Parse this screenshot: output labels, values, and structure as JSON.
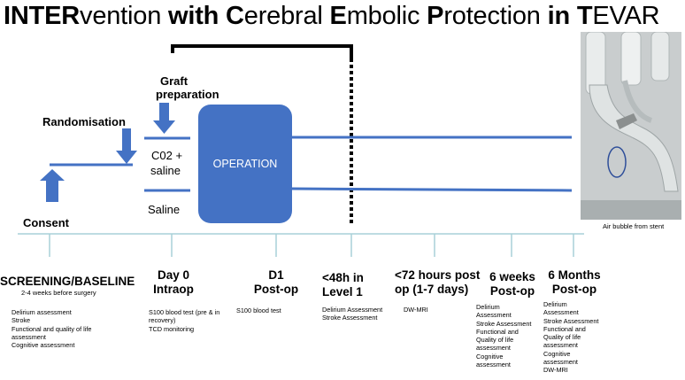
{
  "title": {
    "parts": [
      {
        "text": "INTER",
        "bold": true
      },
      {
        "text": "vention ",
        "bold": false
      },
      {
        "text": "with ",
        "bold": true
      },
      {
        "text": "C",
        "bold": true
      },
      {
        "text": "erebral ",
        "bold": false
      },
      {
        "text": "E",
        "bold": true
      },
      {
        "text": "mbolic ",
        "bold": false
      },
      {
        "text": "P",
        "bold": true
      },
      {
        "text": "rotection ",
        "bold": false
      },
      {
        "text": "in ",
        "bold": true
      },
      {
        "text": "T",
        "bold": true
      },
      {
        "text": "EVAR",
        "bold": false
      }
    ]
  },
  "flow": {
    "consent": "Consent",
    "randomisation": "Randomisation",
    "graft_line1": "Graft",
    "graft_line2": "preparation",
    "co2_line1": "C02 +",
    "co2_line2": "saline",
    "saline": "Saline",
    "operation": "OPERATION"
  },
  "photo": {
    "caption": "Air bubble from stent"
  },
  "colors": {
    "accent": "#4472c4",
    "timeline": "#a8d0d8",
    "bracket": "#000000"
  },
  "timepoints": [
    {
      "head": [
        "SCREENING/BASELINE"
      ],
      "sub": "2-4 weeks before surgery",
      "details": [
        "Delirium assessment",
        "Stroke",
        "Functional and quality of life",
        "assessment",
        "Cognitive assessment"
      ]
    },
    {
      "head": [
        "Day 0",
        "Intraop"
      ],
      "sub": "",
      "details": [
        "S100 blood test (pre & in",
        "recovery)",
        "TCD monitoring"
      ]
    },
    {
      "head": [
        "D1",
        "Post-op"
      ],
      "sub": "",
      "details": [
        "S100 blood test"
      ]
    },
    {
      "head": [
        "<48h in",
        "Level 1"
      ],
      "sub": "",
      "details": [
        "Delirium Assessment",
        "Stroke Assessment"
      ]
    },
    {
      "head": [
        "<72 hours post",
        "op (1-7 days)"
      ],
      "sub": "",
      "details": [
        "DW-MRI"
      ]
    },
    {
      "head": [
        "6 weeks",
        "Post-op"
      ],
      "sub": "",
      "details": [
        "Delirium",
        "Assessment",
        "Stroke Assessment",
        "Functional and",
        "Quality of life",
        "assessment",
        "Cognitive",
        "assessment"
      ]
    },
    {
      "head": [
        "6 Months",
        "Post-op"
      ],
      "sub": "",
      "details": [
        "Delirium",
        "Assessment",
        "Stroke Assessment",
        "Functional and",
        "Quality of life",
        "assessment",
        "Cognitive",
        "assessment",
        "DW-MRI"
      ]
    }
  ]
}
